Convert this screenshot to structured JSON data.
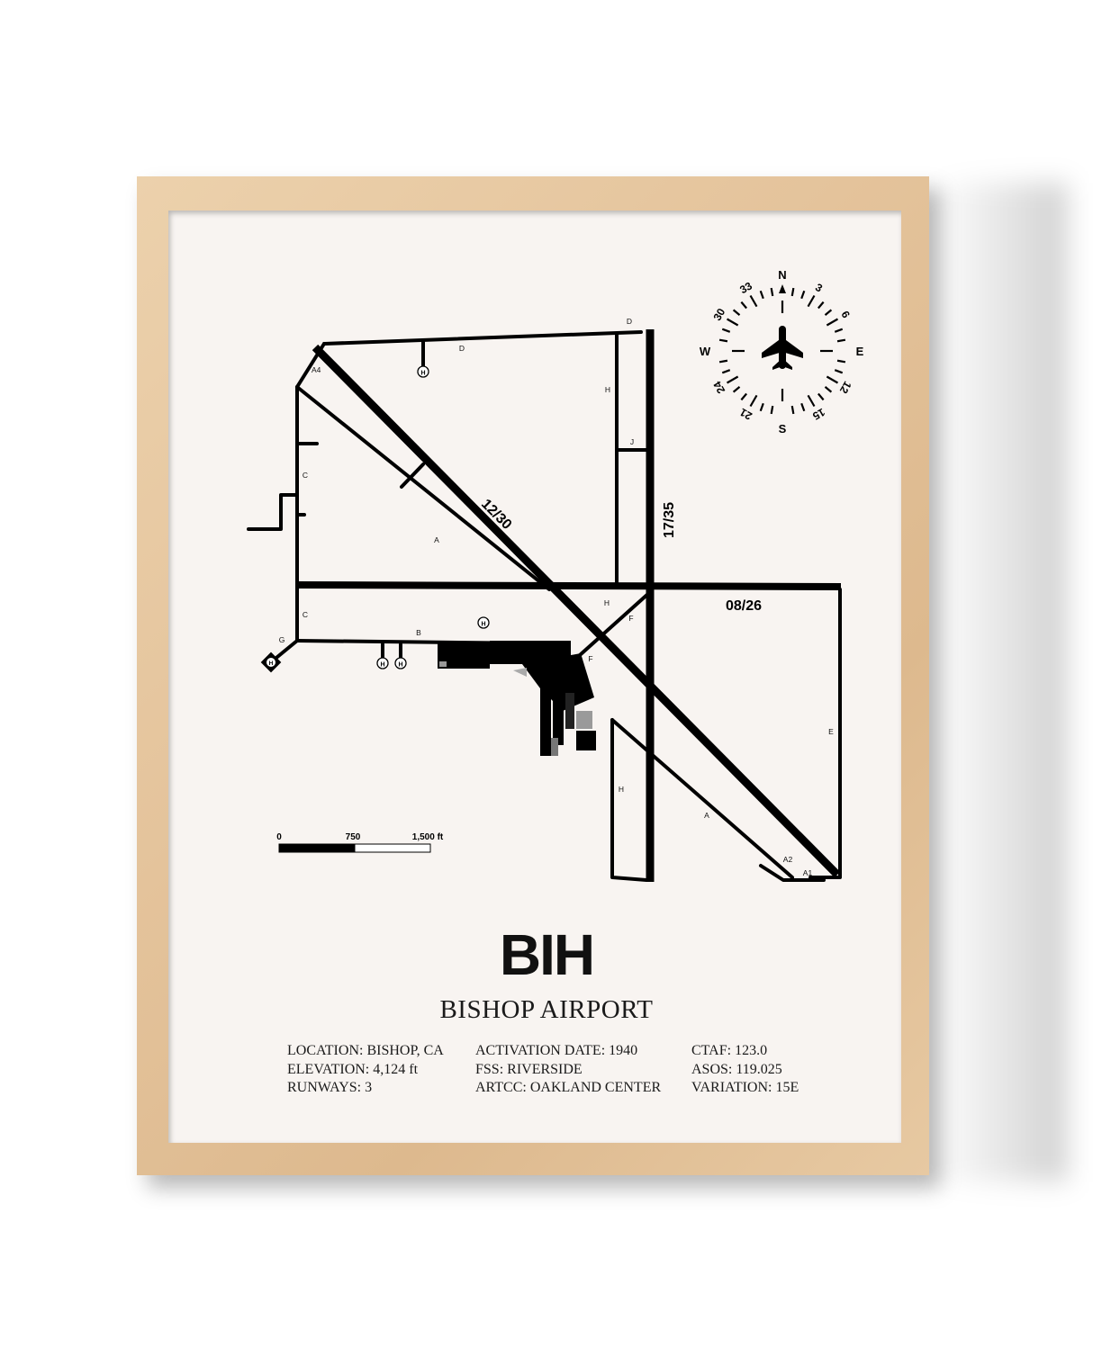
{
  "poster": {
    "code": "BIH",
    "name": "BISHOP AIRPORT"
  },
  "info": {
    "col1": [
      "LOCATION: BISHOP, CA",
      "ELEVATION: 4,124 ft",
      "RUNWAYS: 3"
    ],
    "col2": [
      "ACTIVATION DATE: 1940",
      "FSS: RIVERSIDE",
      "ARTCC: OAKLAND CENTER"
    ],
    "col3": [
      "CTAF: 123.0",
      "ASOS: 119.025",
      "VARIATION: 15E"
    ]
  },
  "runways": {
    "r1": "12/30",
    "r2": "17/35",
    "r3": "08/26"
  },
  "taxiways": {
    "a4": "A4",
    "d_top": "D",
    "d": "D",
    "h1": "H",
    "j": "J",
    "c1": "C",
    "a_mid": "A",
    "h2": "H",
    "f1": "F",
    "c2": "C",
    "b": "B",
    "g": "G",
    "f2": "F",
    "e": "E",
    "h3": "H",
    "a_low": "A",
    "a2": "A2",
    "a1": "A1"
  },
  "helipad": "H",
  "compass": {
    "n": "N",
    "e": "E",
    "s": "S",
    "w": "W",
    "d3": "3",
    "d6": "6",
    "d12": "12",
    "d15": "15",
    "d21": "21",
    "d24": "24",
    "d30": "30",
    "d33": "33"
  },
  "scale": {
    "t0": "0",
    "t1": "750",
    "t2": "1,500 ft"
  },
  "icons": {
    "compass": "compass-rose-icon",
    "plane": "airplane-icon",
    "helipad": "helipad-icon"
  }
}
